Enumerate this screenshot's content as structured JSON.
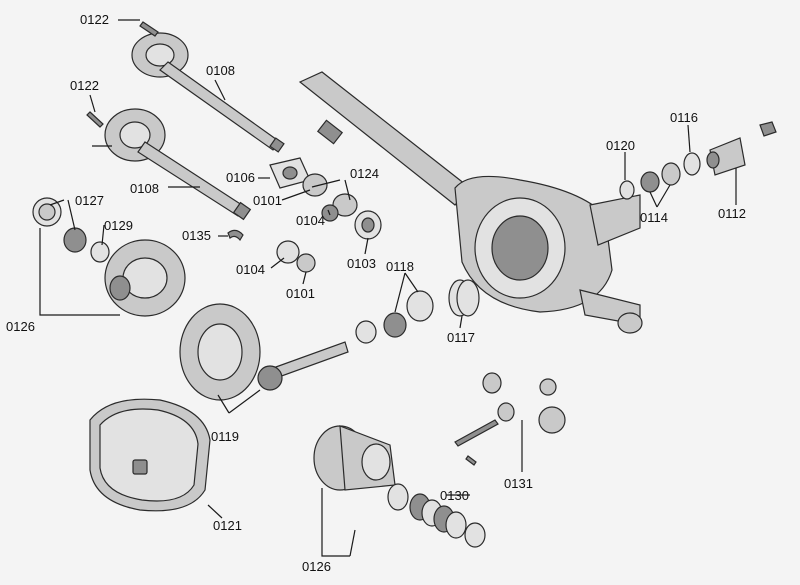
{
  "labels": {
    "l_0122_top": "0122",
    "l_0108_top": "0108",
    "l_0122_left": "0122",
    "l_0106": "0106",
    "l_0108_mid": "0108",
    "l_0101_a": "0101",
    "l_0124": "0124",
    "l_0104_a": "0104",
    "l_0127": "0127",
    "l_0129": "0129",
    "l_0135": "0135",
    "l_0104_b": "0104",
    "l_0101_b": "0101",
    "l_0103": "0103",
    "l_0118": "0118",
    "l_0117": "0117",
    "l_0126_top": "0126",
    "l_0120": "0120",
    "l_0116": "0116",
    "l_0114": "0114",
    "l_0112": "0112",
    "l_0119": "0119",
    "l_0121": "0121",
    "l_0130": "0130",
    "l_0131": "0131",
    "l_0126_bottom": "0126"
  }
}
